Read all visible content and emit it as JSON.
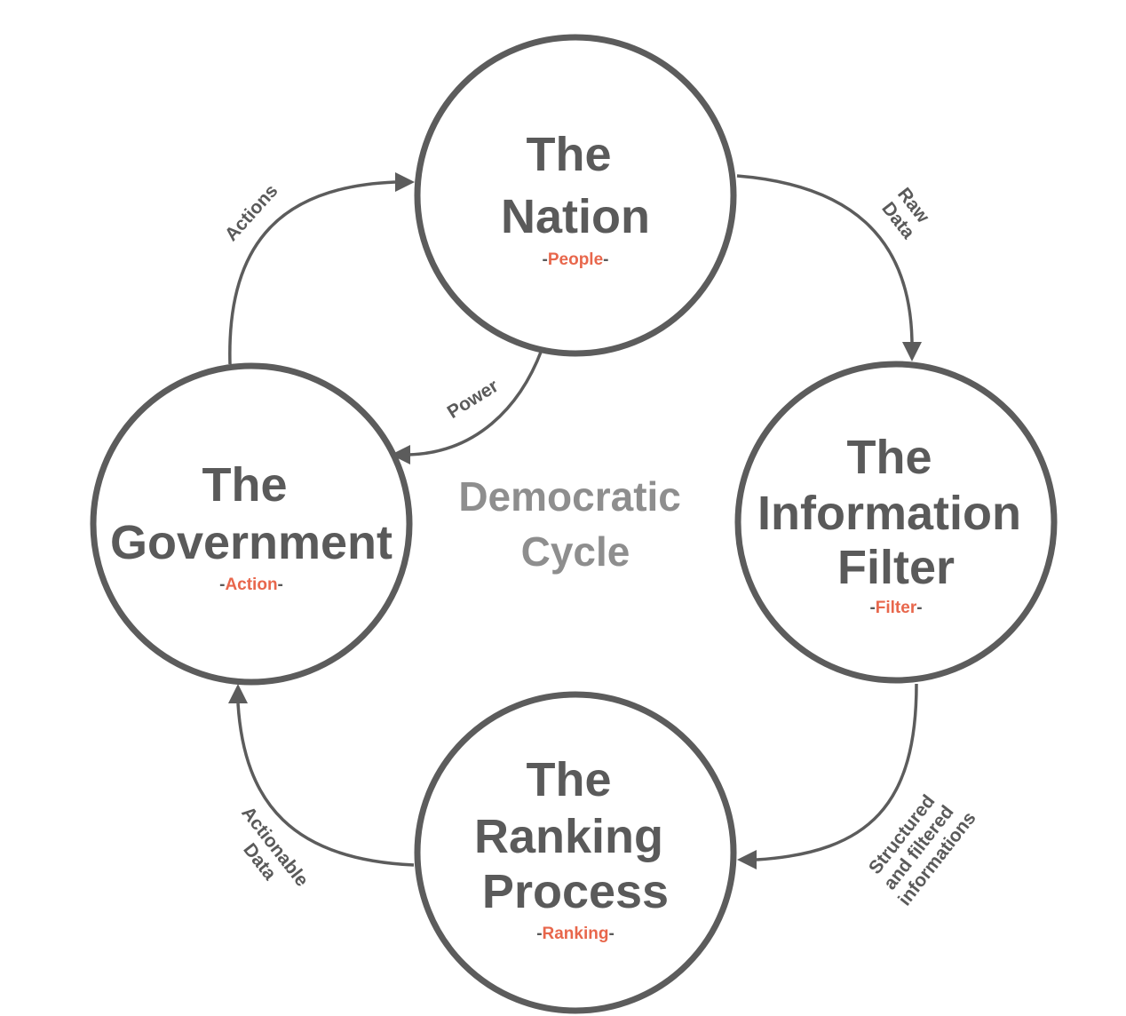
{
  "diagram": {
    "center_label": [
      "Democratic",
      "Cycle"
    ],
    "nodes": {
      "nation": {
        "title_lines": [
          "The",
          "Nation"
        ],
        "subtitle": "People"
      },
      "filter": {
        "title_lines": [
          "The",
          "Information",
          "Filter"
        ],
        "subtitle": "Filter"
      },
      "ranking": {
        "title_lines": [
          "The",
          "Ranking",
          "Process"
        ],
        "subtitle": "Ranking"
      },
      "government": {
        "title_lines": [
          "The",
          "Government"
        ],
        "subtitle": "Action"
      }
    },
    "edges": {
      "raw_data": [
        "Raw",
        "Data"
      ],
      "structured": [
        "Structured",
        "and filtered",
        "informations"
      ],
      "actionable": [
        "Actionable",
        "Data"
      ],
      "actions": [
        "Actions"
      ],
      "power": [
        "Power"
      ]
    },
    "colors": {
      "stroke": "#5c5c5c",
      "text": "#5a5a5a",
      "accent": "#e8674c",
      "center": "#8e8e8e"
    }
  }
}
